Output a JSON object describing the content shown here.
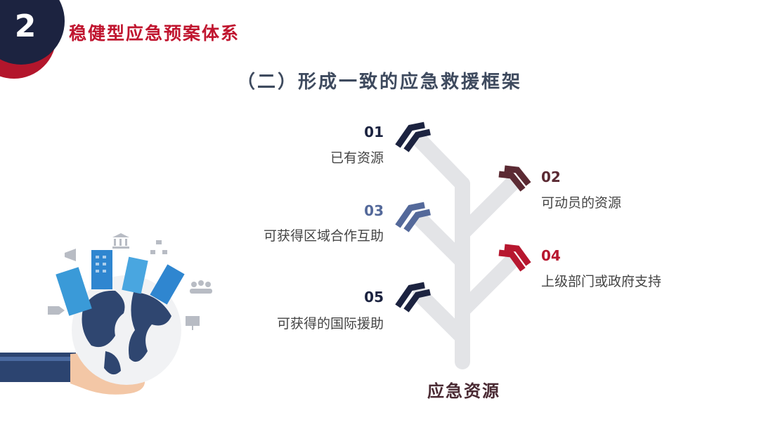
{
  "header": {
    "section_number": "2",
    "section_title": "稳健型应急预案体系"
  },
  "subtitle": "（二）形成一致的应急救援框架",
  "branches": [
    {
      "number": "01",
      "label": "已有资源",
      "color": "#1c2340"
    },
    {
      "number": "02",
      "label": "可动员的资源",
      "color": "#5b2a33"
    },
    {
      "number": "03",
      "label": "可获得区域合作互助",
      "color": "#54699a"
    },
    {
      "number": "04",
      "label": "上级部门或政府支持",
      "color": "#b7172f"
    },
    {
      "number": "05",
      "label": "可获得的国际援助",
      "color": "#1c2340"
    }
  ],
  "root_label": "应急资源",
  "colors": {
    "accent_red": "#c0152f",
    "navy": "#1c2340",
    "tree_gray": "#e3e4e7"
  },
  "illustration": {
    "icons": [
      "globe-icon",
      "city-buildings-icon",
      "hand-icon",
      "megaphone-icon",
      "bank-icon",
      "org-chart-icon",
      "people-group-icon",
      "handshake-icon",
      "presentation-icon"
    ]
  }
}
